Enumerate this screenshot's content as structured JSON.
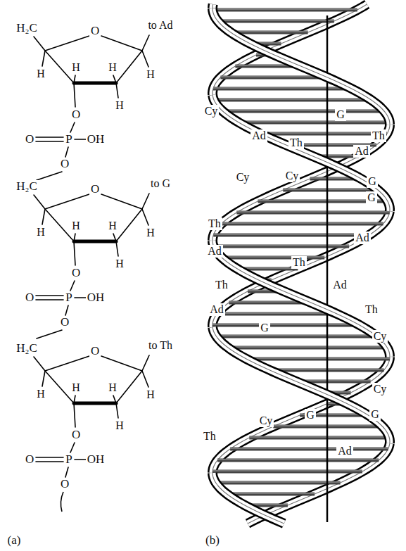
{
  "diagram": {
    "labels": [
      "H₂C",
      "O",
      "to Ad",
      "H",
      "H",
      "H",
      "H",
      "H",
      "O",
      "O",
      "P",
      "OH",
      "O",
      "H₂C",
      "O",
      "to G",
      "H",
      "H",
      "H",
      "H",
      "H",
      "O",
      "O",
      "P",
      "OH",
      "O",
      "H₂C",
      "O",
      "to Th",
      "H",
      "H",
      "H",
      "H",
      "H",
      "O",
      "O",
      "P",
      "OH",
      "O",
      "(a)",
      "Cy",
      "G",
      "Ad",
      "Th",
      "Th",
      "Ad",
      "Cy",
      "Cy",
      "G",
      "G",
      "Th",
      "Ad",
      "Ad",
      "Th",
      "Th",
      "Ad",
      "Ad",
      "Th",
      "G",
      "Cy",
      "Cy",
      "G",
      "G",
      "Cy",
      "Th",
      "Ad",
      "(b)"
    ]
  }
}
